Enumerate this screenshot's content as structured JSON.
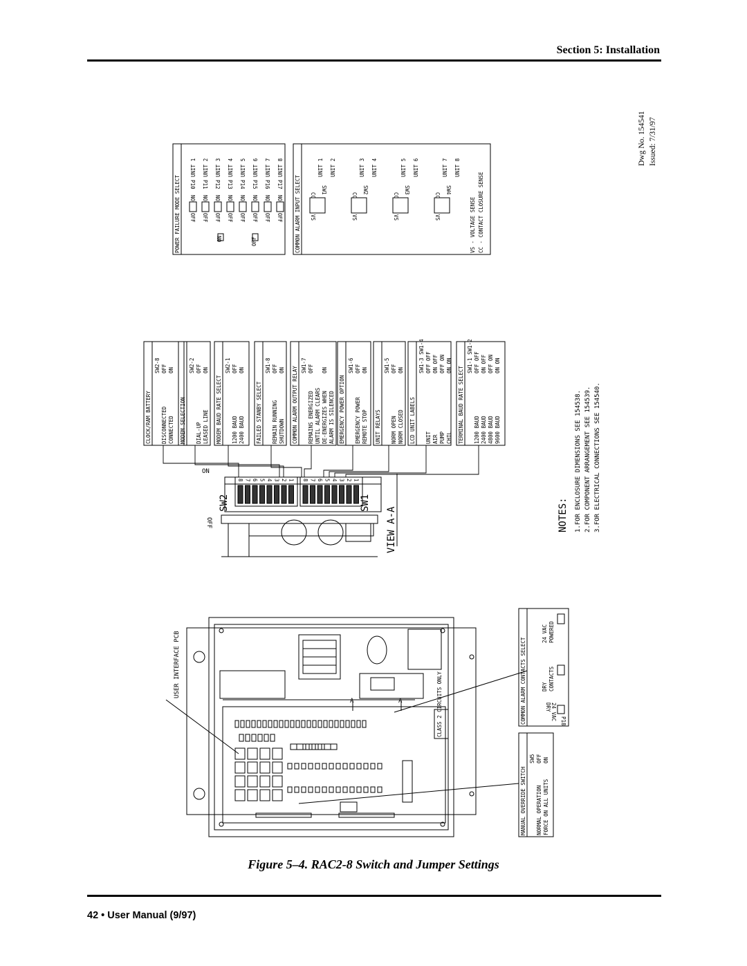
{
  "header": {
    "section_title": "Section 5: Installation"
  },
  "drawing_info": {
    "dwg_no": "Dwg No. 154541",
    "issued": "Issued:  7/31/97"
  },
  "power_failure_panel": {
    "title": "POWER FAILURE MODE SELECT",
    "units": [
      "UNIT 1",
      "UNIT 2",
      "UNIT 3",
      "UNIT 4",
      "UNIT 5",
      "UNIT 6",
      "UNIT 7",
      "UNIT 8"
    ],
    "jumpers": [
      "P10",
      "P11",
      "P12",
      "P13",
      "P14",
      "P15",
      "P16",
      "P17"
    ],
    "on_label": "ON",
    "off_label": "OFF",
    "no_label": "NO"
  },
  "common_alarm_input_panel": {
    "title": "COMMON ALARM INPUT SELECT",
    "switches": [
      "SW1",
      "SW2",
      "SW3",
      "SW4"
    ],
    "units": [
      [
        "UNIT 1",
        "UNIT 2"
      ],
      [
        "UNIT 3",
        "UNIT 4"
      ],
      [
        "UNIT 5",
        "UNIT 6"
      ],
      [
        "UNIT 7",
        "UNIT 8"
      ]
    ],
    "vs": "VS",
    "cc": "CC",
    "legend": [
      "VS - VOLTAGE SENSE",
      "CC - CONTACT CLOSURE SENSE"
    ]
  },
  "settings_boxes": [
    {
      "title": "CLOCK/RAM BATTERY",
      "rows": [
        [
          "",
          "SW2-8"
        ],
        [
          "DISCONNECTED",
          "OFF"
        ],
        [
          "CONNECTED",
          "ON"
        ]
      ]
    },
    {
      "title": "MODEM SELECTION",
      "rows": [
        [
          "",
          "SW2-2"
        ],
        [
          "DIAL-UP",
          "OFF"
        ],
        [
          "LEASED LINE",
          "ON"
        ]
      ]
    },
    {
      "title": "MODEM BAUD RATE SELECT",
      "rows": [
        [
          "",
          "SW2-1"
        ],
        [
          "1200 BAUD",
          "OFF"
        ],
        [
          "2400 BAUD",
          "ON"
        ]
      ]
    },
    {
      "title": "FAILED STANBY SELECT",
      "rows": [
        [
          "",
          "SW1-8"
        ],
        [
          "REMAIN RUNNING",
          "OFF"
        ],
        [
          "SHUTDOWN",
          "ON"
        ]
      ]
    },
    {
      "title": "COMMON ALARM OUTPUT RELAY",
      "rows": [
        [
          "",
          "SW1-7"
        ],
        [
          "REMAINS ENERGIZED",
          "OFF"
        ],
        [
          "UNTIL ALARM CLEARS",
          ""
        ],
        [
          "DE-ENERGIZES WHEN",
          "ON"
        ],
        [
          "ALARM IS SILENCED",
          ""
        ]
      ]
    },
    {
      "title": "EMERGENCY POWER OPTION",
      "rows": [
        [
          "",
          "SW1-6"
        ],
        [
          "EMERGENCY POWER",
          "OFF"
        ],
        [
          "REMOTE STOP",
          "ON"
        ]
      ]
    },
    {
      "title": "UNIT RELAYS",
      "rows": [
        [
          "",
          "SW1-5"
        ],
        [
          "NORM OPEN",
          "OFF"
        ],
        [
          "NORM CLOSED",
          "ON"
        ]
      ]
    },
    {
      "title": "LCD UNIT LABELS",
      "rows": [
        [
          "",
          "SW1-3   SW1-4"
        ],
        [
          "UNIT",
          "OFF   OFF"
        ],
        [
          "AIR",
          "ON    OFF"
        ],
        [
          "PUMP",
          "OFF   ON"
        ],
        [
          "CHIL",
          "ON    ON"
        ]
      ]
    },
    {
      "title": "TERMINAL BAUD RATE SELECT",
      "rows": [
        [
          "",
          "SW1-1   SW1-2"
        ],
        [
          "1200 BAUD",
          "OFF   OFF"
        ],
        [
          "2400 BAUD",
          "ON    OFF"
        ],
        [
          "4800 BAUD",
          "OFF   ON"
        ],
        [
          "9600 BAUD",
          "ON    ON"
        ]
      ]
    }
  ],
  "switch_view": {
    "sw2": "SW2",
    "sw1": "SW1",
    "on": "ON",
    "off": "OFF",
    "view": "VIEW A-A",
    "positions": [
      "8",
      "7",
      "6",
      "5",
      "4",
      "3",
      "2",
      "1"
    ]
  },
  "notes": {
    "title": "NOTES:",
    "items": [
      "1.FOR ENCLOSURE DIMENSIONS SEE 154538.",
      "2.FOR COMPONENT ARRANGEMENT SEE 154539.",
      "3.FOR ELECTRICAL CONNECTIONS SEE 154540."
    ]
  },
  "pcb": {
    "label": "USER INTERFACE PCB",
    "a_marker": "A",
    "class2": "CLASS 2 CIRCUITS ONLY"
  },
  "bottom_boxes": [
    {
      "title": "COMMON ALARM CONTACTS SELECT",
      "items": [
        "DRY CONTACTS",
        "24 VAC POWERED"
      ],
      "jumper": "P18",
      "jlabels": [
        "DRY",
        "24 VAC"
      ]
    },
    {
      "title": "MANUAL OVERRIDE SWITCH",
      "rows": [
        [
          "",
          "SW5"
        ],
        [
          "NORMAL OPERATION",
          "OFF"
        ],
        [
          "FORCE ON ALL UNITS",
          "ON"
        ]
      ]
    }
  ],
  "caption": "Figure 5–4.  RAC2-8 Switch and Jumper Settings",
  "footer": {
    "page": "42 • User Manual  (9/97)"
  }
}
